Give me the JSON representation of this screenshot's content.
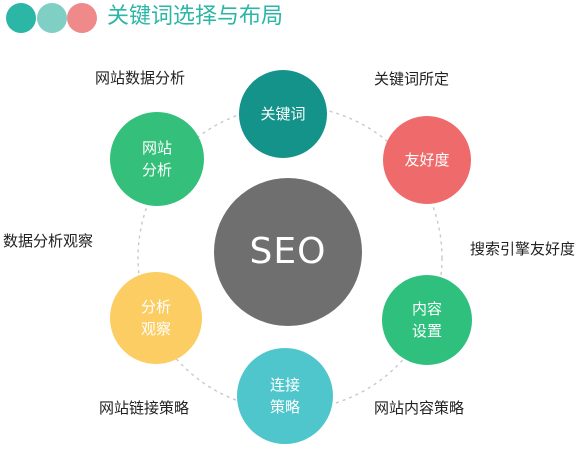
{
  "header": {
    "title": "关键词选择与布局",
    "dot_colors": [
      "#2bb6a6",
      "#7fcfc5",
      "#f08a8a"
    ]
  },
  "diagram": {
    "center": {
      "label": "SEO",
      "color": "#6f6f6f"
    },
    "nodes": [
      {
        "id": "keyword",
        "lines": [
          "关键词"
        ],
        "color": "#14938a"
      },
      {
        "id": "friendly",
        "lines": [
          "友好度"
        ],
        "color": "#ef6b6b"
      },
      {
        "id": "content",
        "lines": [
          "内容",
          "设置"
        ],
        "color": "#2fc07e"
      },
      {
        "id": "links",
        "lines": [
          "连接",
          "策略"
        ],
        "color": "#4fc6cc"
      },
      {
        "id": "observe",
        "lines": [
          "分析",
          "观察"
        ],
        "color": "#fbcd63"
      },
      {
        "id": "analysis",
        "lines": [
          "网站",
          "分析"
        ],
        "color": "#34c07a"
      }
    ],
    "labels": {
      "keyword_fix": "关键词所定",
      "site_data": "网站数据分析",
      "data_observe": "数据分析观察",
      "engine_friendly": "搜索引擎友好度",
      "link_strategy": "网站链接策略",
      "content_strategy": "网站内容策略"
    }
  }
}
